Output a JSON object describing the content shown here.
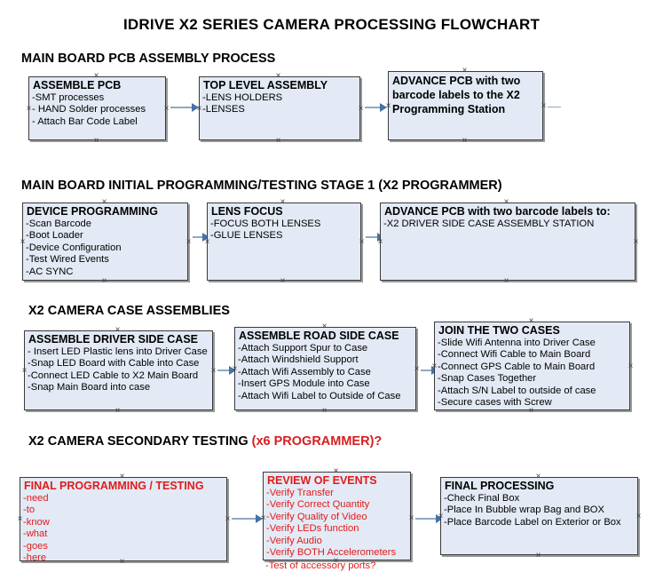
{
  "document": {
    "title": "IDRIVE X2  SERIES CAMERA PROCESSING FLOWCHART"
  },
  "sections": [
    {
      "id": "main-board-pcb-assembly",
      "heading": "MAIN BOARD PCB ASSEMBLY PROCESS",
      "heading_accent": "",
      "boxes": [
        {
          "id": "assemble-pcb",
          "title": "ASSEMBLE PCB",
          "lines": [
            "-SMT processes",
            "- HAND Solder processes",
            "- Attach Bar Code Label"
          ],
          "color": "black"
        },
        {
          "id": "top-level-assembly",
          "title": "TOP LEVEL ASSEMBLY",
          "lines": [
            "-LENS HOLDERS",
            "-LENSES"
          ],
          "color": "black"
        },
        {
          "id": "advance-pcb-to-x2-programming-station",
          "title": "ADVANCE PCB with two barcode labels to the  X2 Programming Station",
          "lines": [],
          "color": "black"
        }
      ]
    },
    {
      "id": "main-board-initial-programming",
      "heading": "MAIN BOARD INITIAL PROGRAMMING/TESTING STAGE 1 (X2 PROGRAMMER)",
      "heading_accent": "",
      "boxes": [
        {
          "id": "device-programming",
          "title": "DEVICE PROGRAMMING",
          "lines": [
            "-Scan Barcode",
            "-Boot Loader",
            "-Device Configuration",
            "-Test Wired Events",
            "-AC SYNC"
          ],
          "color": "black"
        },
        {
          "id": "lens-focus",
          "title": "LENS FOCUS",
          "lines": [
            "-FOCUS BOTH LENSES",
            "-GLUE LENSES"
          ],
          "color": "black"
        },
        {
          "id": "advance-pcb-to-driver-side-case-station",
          "title": "ADVANCE PCB with two barcode labels to:",
          "lines": [
            "-X2 DRIVER  SIDE  CASE  ASSEMBLY STATION"
          ],
          "color": "black"
        }
      ]
    },
    {
      "id": "x2-camera-case-assemblies",
      "heading": "X2 CAMERA CASE ASSEMBLIES",
      "heading_accent": "",
      "boxes": [
        {
          "id": "assemble-driver-side-case",
          "title": "ASSEMBLE DRIVER SIDE CASE",
          "lines": [
            "- Insert LED Plastic lens into Driver Case",
            "-Snap LED Board with Cable into Case",
            "-Connect LED Cable to X2 Main Board",
            "-Snap Main Board into case"
          ],
          "color": "black"
        },
        {
          "id": "assemble-road-side-case",
          "title": "ASSEMBLE ROAD SIDE CASE",
          "lines": [
            "-Attach Support Spur to Case",
            "-Attach Windshield Support",
            "-Attach Wifi Assembly to Case",
            "-Insert GPS Module into Case",
            "-Attach Wifi Label to Outside of Case"
          ],
          "color": "black"
        },
        {
          "id": "join-the-two-cases",
          "title": "JOIN THE TWO CASES",
          "lines": [
            "-Slide Wifi Antenna into Driver Case",
            "-Connect Wifi Cable to Main Board",
            "-Connect GPS Cable to Main Board",
            "-Snap Cases Together",
            "-Attach S/N Label to outside of case",
            "-Secure cases with Screw"
          ],
          "color": "black"
        }
      ]
    },
    {
      "id": "x2-camera-secondary-testing",
      "heading": "X2 CAMERA SECONDARY TESTING ",
      "heading_accent": "(x6 PROGRAMMER)?",
      "boxes": [
        {
          "id": "final-programming-testing",
          "title": "FINAL PROGRAMMING / TESTING",
          "lines": [
            "-need",
            "-to",
            "-know",
            "-what",
            "-goes",
            "-here"
          ],
          "color": "red"
        },
        {
          "id": "review-of-events",
          "title": "REVIEW OF EVENTS",
          "lines": [
            "-Verify Transfer",
            "-Verify Correct Quantity",
            "-Verify Quality of Video",
            "-Verify LEDs function",
            "-Verify Audio",
            "-Verify BOTH Accelerometers"
          ],
          "overflow_line": "-Test of accessory ports?",
          "color": "red"
        },
        {
          "id": "final-processing",
          "title": "FINAL PROCESSING",
          "lines": [
            " -Check Final Box",
            "-Place In Bubble wrap Bag and BOX",
            "-Place Barcode Label on Exterior or Box"
          ],
          "color": "black"
        }
      ]
    }
  ],
  "colors": {
    "box_fill": "#e3eaf5",
    "box_border": "#3a3a3a",
    "connector": "#8fa8c4",
    "arrowhead": "#4472a8",
    "accent_red": "#e01b1b",
    "text": "#000000"
  }
}
